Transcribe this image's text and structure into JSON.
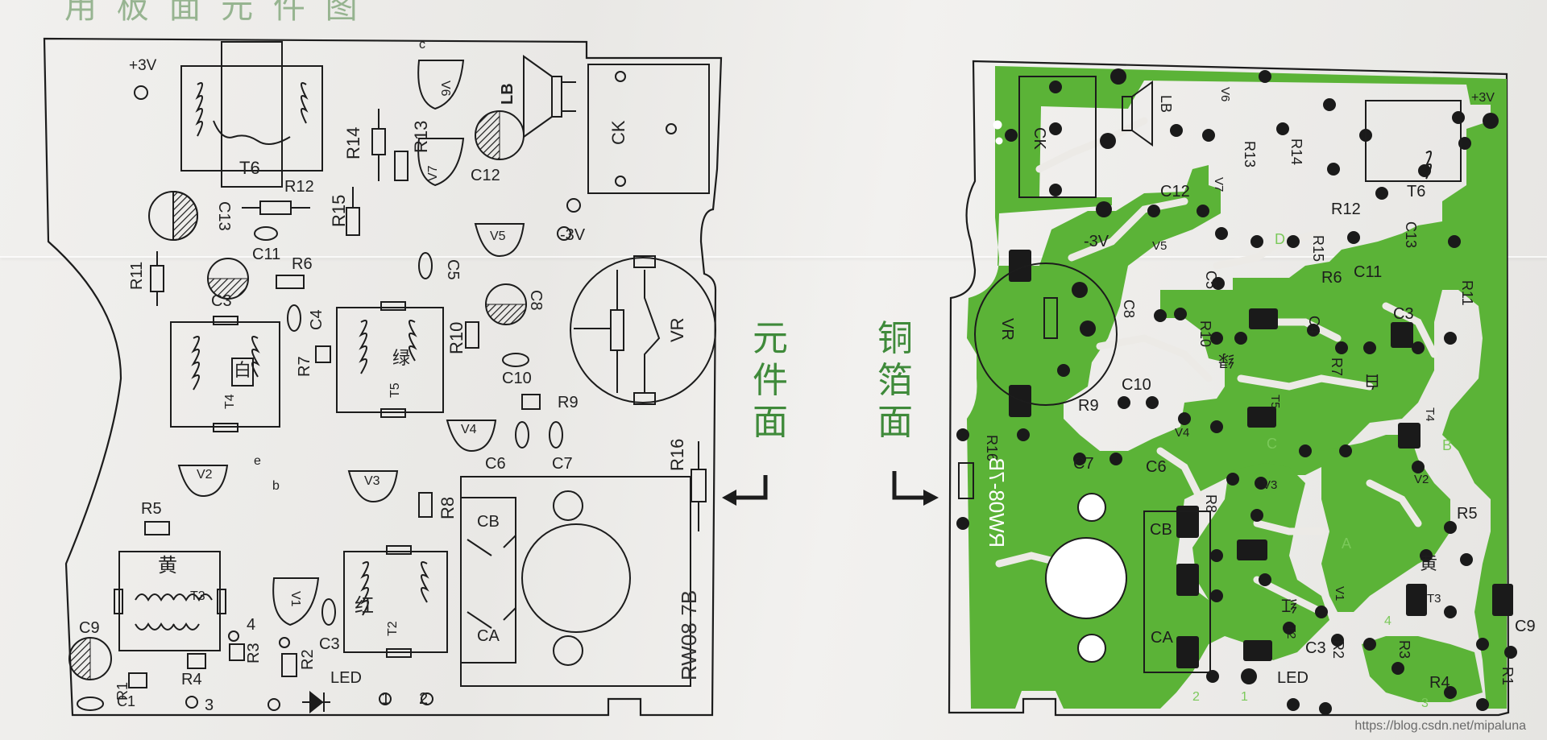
{
  "header_fragment": "用 板 面 元 件 图",
  "watermark": "https://blog.csdn.net/mipaluna",
  "captions": {
    "component_side": [
      "元",
      "件",
      "面"
    ],
    "copper_side": [
      "铜",
      "箔",
      "面"
    ]
  },
  "colors": {
    "copper": "#5bb337",
    "caption_green": "#3f8a3a",
    "ink": "#222222",
    "paper": "#ecebe8"
  },
  "component_side": {
    "board_model": "RW08-7B",
    "labels": {
      "plus3v": "+3V",
      "minus3v": "-3V",
      "t6": "T6",
      "r12": "R12",
      "c13": "C13",
      "c11": "C11",
      "r11": "R11",
      "r6": "R6",
      "c3a": "C3",
      "c4": "C4",
      "r7": "R7",
      "t4": "T4",
      "t4_mark": "白",
      "r14": "R14",
      "r15": "R15",
      "r13": "R13",
      "v7": "V7",
      "v6": "V6",
      "c12": "C12",
      "lb": "LB",
      "ck": "CK",
      "v5": "V5",
      "c5": "C5",
      "c8": "C8",
      "vr": "VR",
      "t5": "T5",
      "t5_mark": "绿",
      "r10": "R10",
      "c10": "C10",
      "r9": "R9",
      "v4": "V4",
      "c6": "C6",
      "c7": "C7",
      "r16": "R16",
      "v2": "V2",
      "v3": "V3",
      "r8": "R8",
      "r5": "R5",
      "t3": "T3",
      "t3_mark": "黄",
      "t2": "T2",
      "t2_mark": "红",
      "v1": "V1",
      "cb": "CB",
      "ca": "CA",
      "c9": "C9",
      "r1": "R1",
      "c1": "C1",
      "r4": "R4",
      "r3": "R3",
      "r2": "R2",
      "c3b": "C3",
      "led": "LED",
      "n1": "1",
      "n2": "2",
      "n3": "3",
      "n4": "4",
      "pin_b": "b",
      "pin_c": "c",
      "pin_e": "e"
    }
  },
  "copper_side": {
    "board_model": "RW08-7B",
    "labels": {
      "plus3v": "+3V",
      "minus3v": "-3V",
      "ck": "CK",
      "lb": "LB",
      "c12": "C12",
      "v6": "V6",
      "v7": "V7",
      "r13": "R13",
      "r14": "R14",
      "r15": "R15",
      "r12": "R12",
      "t6": "T6",
      "c13": "C13",
      "c11": "C11",
      "r11": "R11",
      "v5": "V5",
      "c5": "C5",
      "c8": "C8",
      "r6": "R6",
      "c3a": "C3",
      "vr": "VR",
      "r10": "R10",
      "t5_mark": "绿",
      "c4": "C4",
      "r7": "R7",
      "t4_mark": "白",
      "t5": "T5",
      "t4": "T4",
      "c10": "C10",
      "r9": "R9",
      "v4": "V4",
      "c7": "C7",
      "c6": "C6",
      "r16": "R16",
      "v3": "V3",
      "v2": "V2",
      "r8": "R8",
      "r5": "R5",
      "cb": "CB",
      "t3_mark": "黄",
      "t3": "T3",
      "t2_mark": "红",
      "t2": "T2",
      "v1": "V1",
      "c9": "C9",
      "ca": "CA",
      "c3b": "C3",
      "r2": "R2",
      "r3": "R3",
      "r4": "R4",
      "r1": "R1",
      "led": "LED",
      "pt_a": "A",
      "pt_b": "B",
      "pt_c": "C",
      "pt_d": "D",
      "n1": "1",
      "n2": "2",
      "n3": "3",
      "n4": "4"
    }
  }
}
